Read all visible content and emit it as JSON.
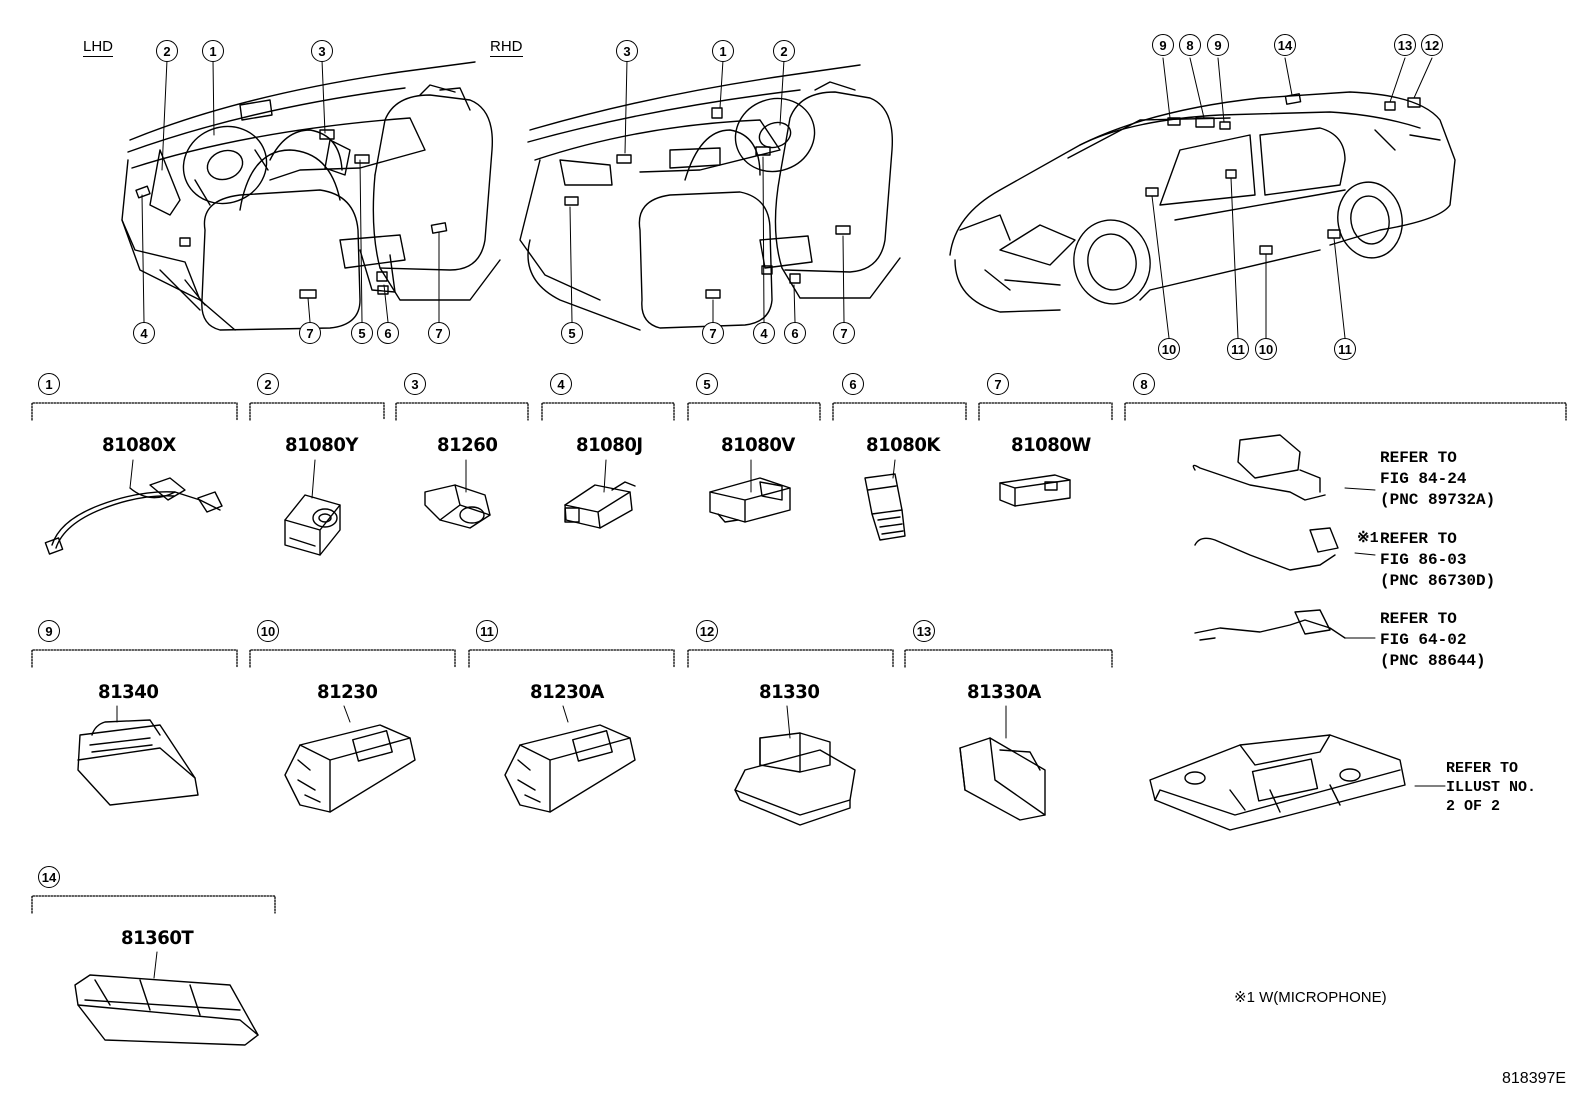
{
  "drive_labels": {
    "lhd": "LHD",
    "rhd": "RHD"
  },
  "callouts": {
    "lhd": [
      "2",
      "1",
      "3",
      "4",
      "5",
      "6",
      "7",
      "7"
    ],
    "rhd": [
      "3",
      "1",
      "2",
      "5",
      "7",
      "4",
      "6",
      "7"
    ],
    "car": [
      "9",
      "8",
      "9",
      "14",
      "13",
      "12",
      "10",
      "11",
      "10",
      "11"
    ]
  },
  "sections": [
    {
      "num": "1",
      "part": "81080X"
    },
    {
      "num": "2",
      "part": "81080Y"
    },
    {
      "num": "3",
      "part": "81260"
    },
    {
      "num": "4",
      "part": "81080J"
    },
    {
      "num": "5",
      "part": "81080V"
    },
    {
      "num": "6",
      "part": "81080K"
    },
    {
      "num": "7",
      "part": "81080W"
    },
    {
      "num": "8",
      "part": ""
    },
    {
      "num": "9",
      "part": "81340"
    },
    {
      "num": "10",
      "part": "81230"
    },
    {
      "num": "11",
      "part": "81230A"
    },
    {
      "num": "12",
      "part": "81330"
    },
    {
      "num": "13",
      "part": "81330A"
    },
    {
      "num": "14",
      "part": "81360T"
    }
  ],
  "references": [
    {
      "line1": "REFER TO",
      "line2": "FIG 84-24",
      "line3": "(PNC 89732A)",
      "mark": ""
    },
    {
      "line1": "REFER TO",
      "line2": "FIG 86-03",
      "line3": "(PNC 86730D)",
      "mark": "※1"
    },
    {
      "line1": "REFER TO",
      "line2": "FIG 64-02",
      "line3": "(PNC 88644)",
      "mark": ""
    },
    {
      "line1": "REFER TO",
      "line2": "ILLUST NO.",
      "line3": "2 OF 2",
      "mark": ""
    }
  ],
  "footnote": "※1 W(MICROPHONE)",
  "figure_code": "818397E"
}
